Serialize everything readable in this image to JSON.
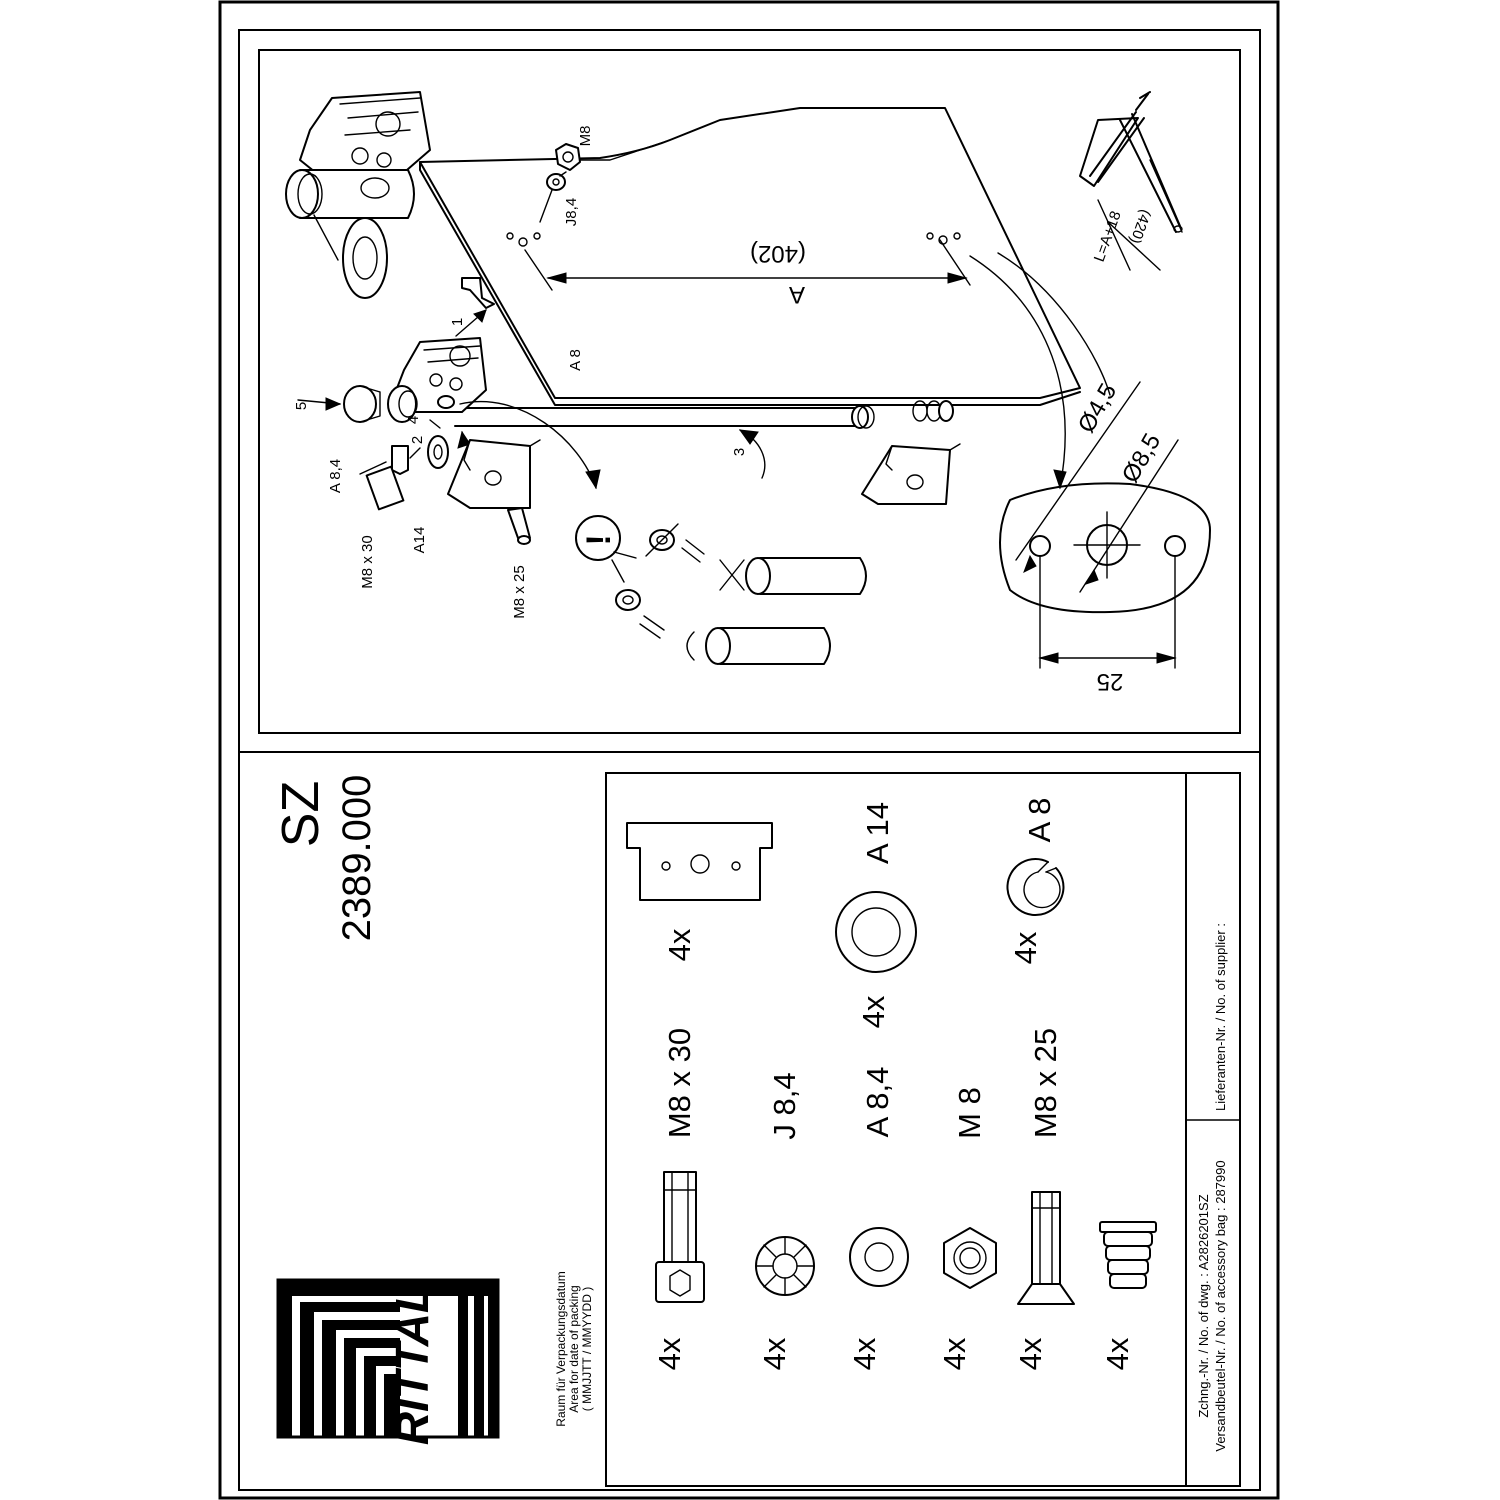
{
  "title": {
    "series": "SZ",
    "part_number": "2389.000"
  },
  "brand": {
    "logo_text": "RITTAL"
  },
  "packing_note": {
    "line1": "Raum für Verpackungsdatum",
    "line2": "Area for date of packing",
    "line3": "( MMJJTT / MMYYDD )"
  },
  "title_block": {
    "drawing_no": "Zchng.-Nr. / No. of dwg. : A2826201SZ",
    "accessory_bag": "Versandbeutel-Nr. / No. of accessory bag : 287990",
    "supplier": "Lieferanten-Nr. / No. of supplier :"
  },
  "inventory": {
    "col1": [
      {
        "qty": "4x",
        "label": "M8 x 30",
        "icon": "socket-cap-screw-icon"
      },
      {
        "qty": "4x",
        "label": "J 8,4",
        "icon": "serrated-lock-washer-icon"
      },
      {
        "qty": "4x",
        "label": "A 8,4",
        "icon": "flat-washer-icon"
      },
      {
        "qty": "4x",
        "label": "M 8",
        "icon": "hex-nut-icon"
      },
      {
        "qty": "4x",
        "label": "M8 x 25",
        "icon": "countersunk-screw-icon"
      },
      {
        "qty": "4x",
        "label": "",
        "icon": "plug-cap-icon"
      }
    ],
    "col2": [
      {
        "qty": "4x",
        "label": "",
        "icon": "mounting-plate-icon"
      },
      {
        "qty": "4x",
        "label": "A 14",
        "icon": "large-washer-icon"
      },
      {
        "qty": "4x",
        "label": "A 8",
        "icon": "retaining-ring-icon"
      }
    ]
  },
  "assembly": {
    "dim_a": "A",
    "dim_a_value": "(402)",
    "dim_pin": "L=A+18",
    "dim_pin_value": "(420)",
    "dia_small": "Ø4,5",
    "dia_large": "Ø8,5",
    "hole_pitch": "25",
    "callouts": {
      "m8": "M8",
      "j84": "J8,4",
      "a8": "A 8",
      "a84": "A 8,4",
      "m8x30": "M8 x 30",
      "a14": "A14",
      "m8x25": "M8 x 25",
      "step1": "1",
      "step2": "2",
      "step3": "3",
      "step4": "4",
      "step5": "5",
      "warning": "!"
    }
  }
}
